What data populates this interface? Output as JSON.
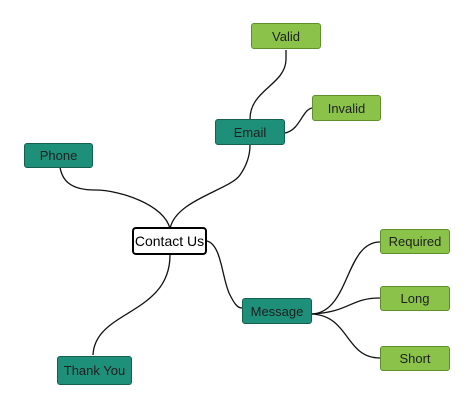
{
  "diagram": {
    "root": {
      "label": "Contact Us"
    },
    "branches": {
      "phone": {
        "label": "Phone"
      },
      "email": {
        "label": "Email"
      },
      "message": {
        "label": "Message"
      },
      "thank_you": {
        "label": "Thank You"
      }
    },
    "leaves": {
      "valid": {
        "label": "Valid"
      },
      "invalid": {
        "label": "Invalid"
      },
      "required": {
        "label": "Required"
      },
      "long": {
        "label": "Long"
      },
      "short": {
        "label": "Short"
      }
    },
    "colors": {
      "branch_fill": "#1e8f79",
      "leaf_fill": "#8bc34a",
      "root_border": "#000000",
      "connector": "#111111"
    }
  }
}
